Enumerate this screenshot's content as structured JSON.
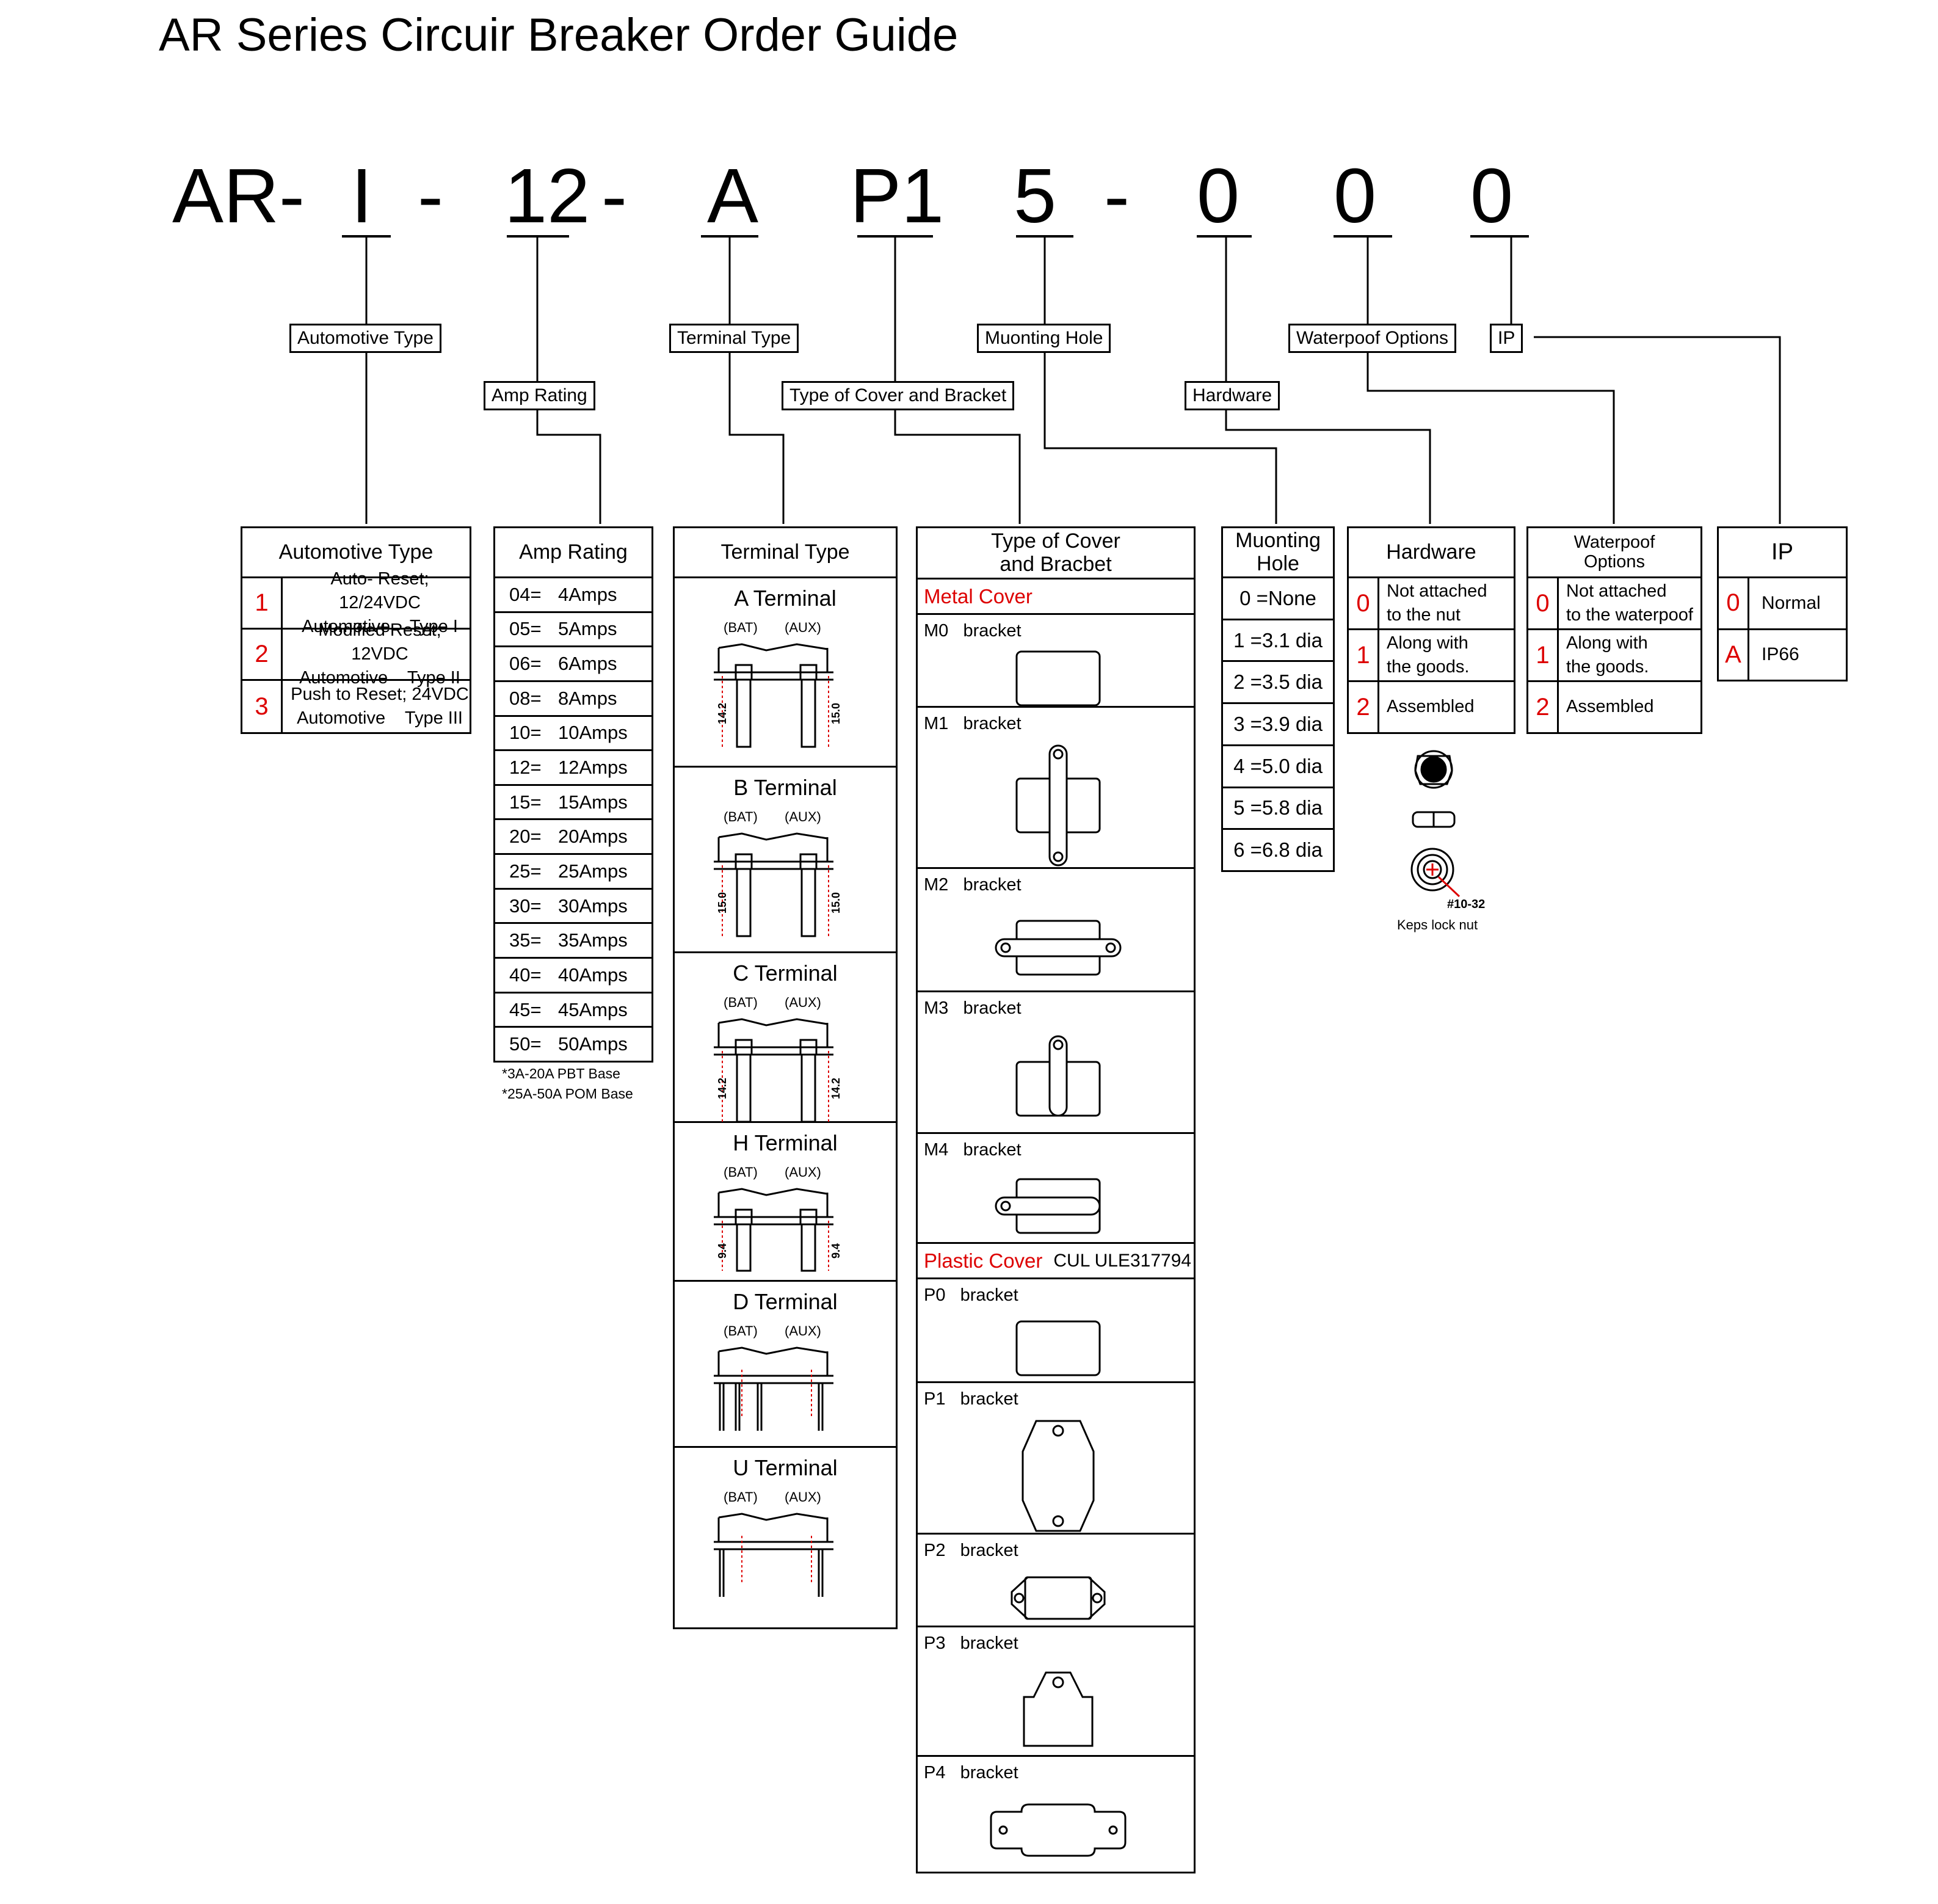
{
  "title": "AR Series Circuir Breaker Order Guide",
  "code": [
    "AR-",
    "I",
    "-",
    "12",
    "-",
    "A",
    "P1",
    "5",
    "-",
    "0",
    "0",
    "0"
  ],
  "labels": {
    "automotive_type": "Automotive Type",
    "amp_rating": "Amp Rating",
    "terminal_type": "Terminal Type",
    "cover_bracket": "Type of Cover and Bracket",
    "mounting_hole": "Muonting Hole",
    "hardware": "Hardware",
    "waterproof": "Waterpoof Options",
    "ip": "IP"
  },
  "automotive": {
    "header": "Automotive Type",
    "rows": [
      {
        "code": "1",
        "line1": "Auto- Reset; 12/24VDC",
        "line2": "Automotive    Type I"
      },
      {
        "code": "2",
        "line1": "Modified Reset; 12VDC",
        "line2": "Automotive    Type II"
      },
      {
        "code": "3",
        "line1": "Push to Reset; 24VDC",
        "line2": "Automotive    Type III"
      }
    ]
  },
  "amp": {
    "header": "Amp  Rating",
    "rows": [
      {
        "code": "04=",
        "value": "4Amps"
      },
      {
        "code": "05=",
        "value": "5Amps"
      },
      {
        "code": "06=",
        "value": "6Amps"
      },
      {
        "code": "08=",
        "value": "8Amps"
      },
      {
        "code": "10=",
        "value": "10Amps"
      },
      {
        "code": "12=",
        "value": "12Amps"
      },
      {
        "code": "15=",
        "value": "15Amps"
      },
      {
        "code": "20=",
        "value": "20Amps"
      },
      {
        "code": "25=",
        "value": "25Amps"
      },
      {
        "code": "30=",
        "value": "30Amps"
      },
      {
        "code": "35=",
        "value": "35Amps"
      },
      {
        "code": "40=",
        "value": "40Amps"
      },
      {
        "code": "45=",
        "value": "45Amps"
      },
      {
        "code": "50=",
        "value": "50Amps"
      }
    ],
    "note1": "*3A-20A PBT Base",
    "note2": "*25A-50A POM Base"
  },
  "terminal": {
    "header": "Terminal Type",
    "items": [
      {
        "name": "A Terminal",
        "dim_left": "14.2",
        "dim_right": "15.0"
      },
      {
        "name": "B Terminal",
        "dim_left": "15.0",
        "dim_right": "15.0"
      },
      {
        "name": "C Terminal",
        "dim_left": "14.2",
        "dim_right": "14.2"
      },
      {
        "name": "H Terminal",
        "dim_left": "9.4",
        "dim_right": "9.4"
      },
      {
        "name": "D Terminal",
        "dim_left": "",
        "dim_right": ""
      },
      {
        "name": "U Terminal",
        "dim_left": "",
        "dim_right": ""
      }
    ],
    "bat": "(BAT)",
    "aux": "(AUX)"
  },
  "cover": {
    "header1": "Type of Cover",
    "header2": "and Bracbet",
    "metal": "Metal Cover",
    "plastic": "Plastic Cover",
    "plastic_note": "CUL ULE317794",
    "metal_items": [
      "M0   bracket",
      "M1   bracket",
      "M2   bracket",
      "M3   bracket",
      "M4   bracket"
    ],
    "plastic_items": [
      "P0   bracket",
      "P1   bracket",
      "P2   bracket",
      "P3   bracket",
      "P4   bracket"
    ]
  },
  "hole": {
    "header1": "Muonting",
    "header2": "Hole",
    "rows": [
      "0 =None",
      "1 =3.1 dia",
      "2 =3.5 dia",
      "3 =3.9 dia",
      "4 =5.0 dia",
      "5 =5.8 dia",
      "6 =6.8 dia"
    ]
  },
  "hardware": {
    "header": "Hardware",
    "rows": [
      {
        "code": "0",
        "line1": "Not attached",
        "line2": "to the nut"
      },
      {
        "code": "1",
        "line1": "Along with",
        "line2": "the goods."
      },
      {
        "code": "2",
        "line1": "Assembled",
        "line2": ""
      }
    ],
    "thread": "#10-32",
    "nut": "Keps lock nut"
  },
  "waterproof": {
    "header1": "Waterpoof",
    "header2": "Options",
    "rows": [
      {
        "code": "0",
        "line1": "Not attached",
        "line2": "to the waterpoof"
      },
      {
        "code": "1",
        "line1": "Along with",
        "line2": "the goods."
      },
      {
        "code": "2",
        "line1": "Assembled",
        "line2": ""
      }
    ]
  },
  "ip": {
    "header": "IP",
    "rows": [
      {
        "code": "0",
        "value": "Normal"
      },
      {
        "code": "A",
        "value": "IP66"
      }
    ]
  },
  "colors": {
    "accent": "#dd0000",
    "line": "#000000"
  }
}
